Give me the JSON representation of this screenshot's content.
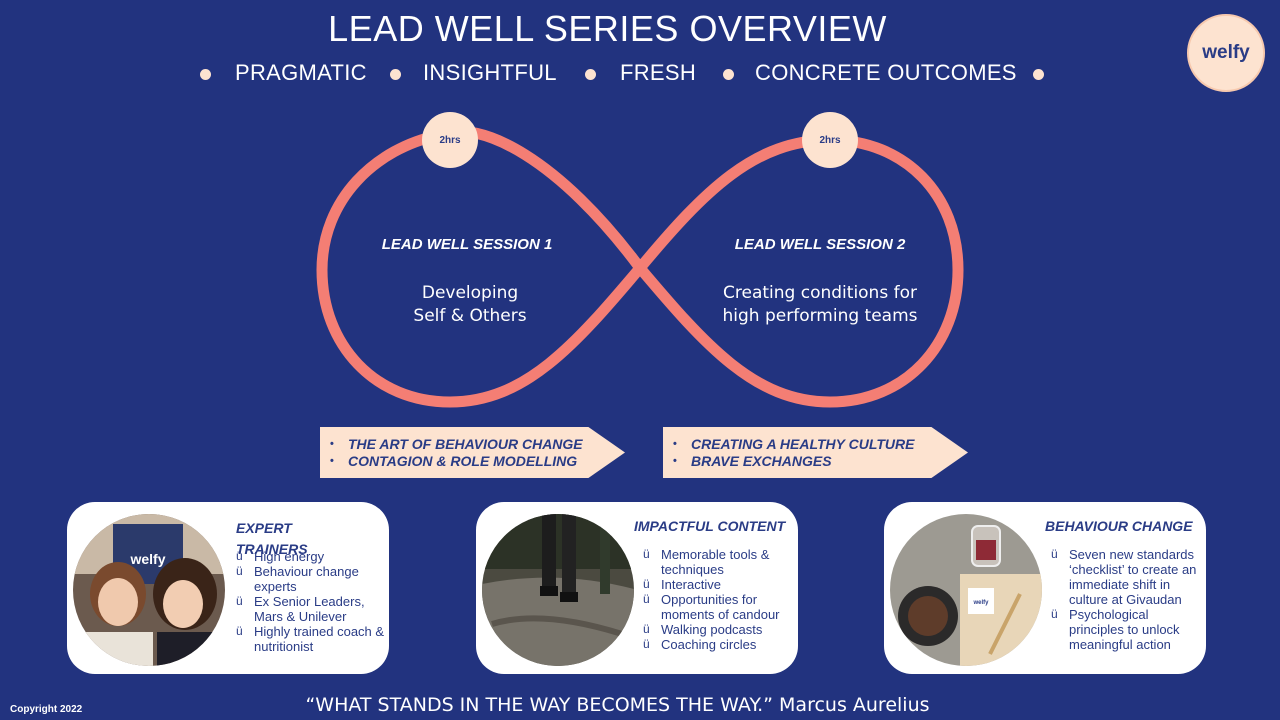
{
  "title": "LEAD WELL SERIES OVERVIEW",
  "pillars": [
    "PRAGMATIC",
    "INSIGHTFUL",
    "FRESH",
    "CONCRETE OUTCOMES"
  ],
  "logo": "welfy",
  "sessions": [
    {
      "duration": "2hrs",
      "title": "LEAD WELL SESSION 1",
      "text_line1": "Developing",
      "text_line2": "Self & Others"
    },
    {
      "duration": "2hrs",
      "title": "LEAD WELL SESSION 2",
      "text_line1": "Creating conditions for",
      "text_line2": "high performing teams"
    }
  ],
  "topics": [
    {
      "items": [
        "THE ART OF BEHAVIOUR CHANGE",
        "CONTAGION & ROLE MODELLING"
      ]
    },
    {
      "items": [
        "CREATING A HEALTHY CULTURE",
        "BRAVE EXCHANGES"
      ]
    }
  ],
  "cards": [
    {
      "title_line1": "EXPERT",
      "title_line2": "TRAINERS",
      "items": [
        "High energy",
        "Behaviour change experts",
        "Ex Senior Leaders, Mars & Unilever",
        "Highly trained coach & nutritionist"
      ],
      "photo_text": "welfy"
    },
    {
      "title": "IMPACTFUL CONTENT",
      "items": [
        "Memorable tools & techniques",
        "Interactive",
        "Opportunities for moments of candour",
        "Walking podcasts",
        "Coaching circles"
      ]
    },
    {
      "title": "BEHAVIOUR CHANGE",
      "items": [
        "Seven new standards ‘checklist’ to create an immediate shift in culture at Givaudan",
        "Psychological principles to unlock meaningful action"
      ],
      "photo_text": "welfy"
    }
  ],
  "check_glyph": "ü",
  "quote": "“WHAT STANDS IN THE WAY BECOMES THE WAY.” Marcus Aurelius",
  "copyright": "Copyright 2022",
  "colors": {
    "background": "#22337f",
    "loop": "#f47e74",
    "peach": "#fde3d0",
    "navy_text": "#2a3c86"
  }
}
